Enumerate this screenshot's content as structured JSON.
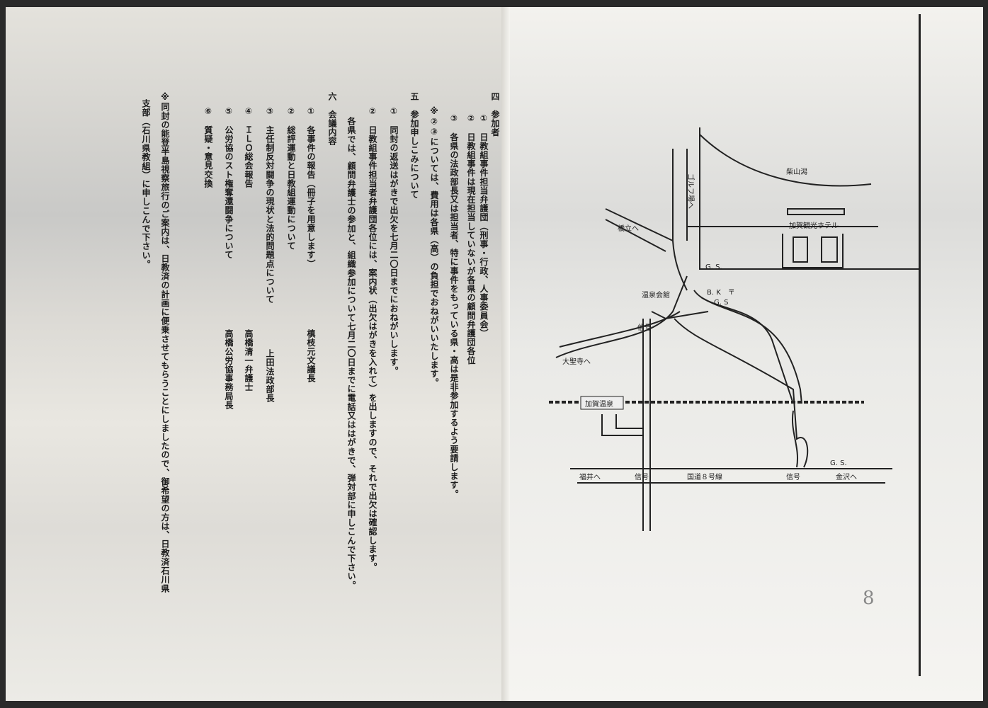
{
  "left_page": {
    "section4": {
      "heading": "四　参加者",
      "items": [
        "①　日教組事件担当弁護団（刑事・行政、人事委員会）",
        "②　日教組事件は現在担当していないが各県の顧問弁護団各位",
        "③　各県の法政部長又は担当者、特に事件をもっている県・高は是非参加するよう要請します。"
      ],
      "note": "※②③については、費用は各県（高）の負担でおねがいいたします。"
    },
    "section5": {
      "heading": "五　参加申しこみについて",
      "items": [
        "①　同封の返送はがきで出欠を七月二〇日までにおねがいします。",
        "②　日教組事件担当者弁護団各位には、案内状（出欠はがきを入れて）を出しますので、それで出欠は確認します。",
        "各県では、顧問弁護士の参加と、組織参加について七月二〇日までに電話又ははがきで、弾対部に申しこんで下さい。"
      ]
    },
    "section6": {
      "heading": "六　会議内容",
      "items": [
        {
          "topic": "①　各事件の報告（冊子を用意します）",
          "speaker": "槙枝元文議長"
        },
        {
          "topic": "②　総評運動と日教組運動について",
          "speaker": ""
        },
        {
          "topic": "③　主任制反対闘争の現状と法的問題点について",
          "speaker": "上田法政部長"
        },
        {
          "topic": "④　ＩＬＯ総会報告",
          "speaker": "高橋清一弁護士"
        },
        {
          "topic": "⑤　公労協のスト権奪還闘争について",
          "speaker": "高橋公労協事務局長"
        },
        {
          "topic": "⑥　質疑・意見交換",
          "speaker": ""
        }
      ]
    },
    "footnote": [
      "※同封の能登半島視察旅行のご案内は、日教済の計画に便乗させてもらうことにしましたので、御希望の方は、日教済石川県",
      "支部（石川県教組）に申しこんで下さい。"
    ]
  },
  "map": {
    "labels": {
      "lake": "柴山潟",
      "golf": "ゴルフ場へ",
      "hashitate": "橋立へ",
      "hotel": "加賀観光ホテル",
      "gs1": "G. S.",
      "onsen_hall": "温泉会館",
      "bk": "B. K　〒",
      "gs2": "G. S",
      "signal1": "信号",
      "daishoji": "大聖寺へ",
      "station": "加賀温泉",
      "fukui": "福井へ",
      "signal2": "信号",
      "route8": "国道８号線",
      "signal3": "信号",
      "kanazawa": "金沢へ",
      "gs3": "G. S."
    }
  },
  "page_number": "8"
}
